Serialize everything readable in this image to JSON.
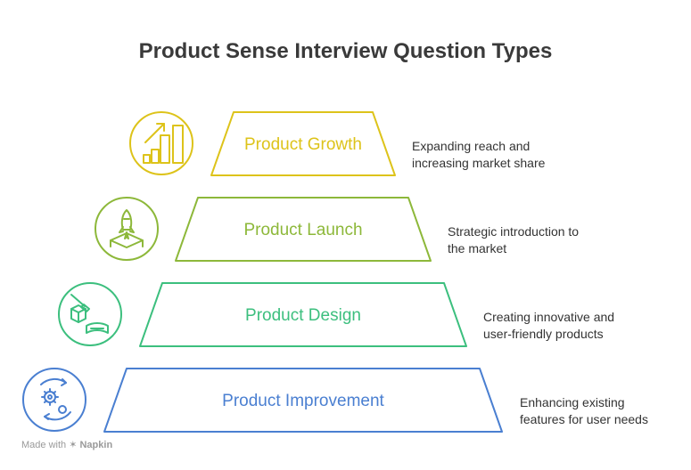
{
  "title": "Product Sense Interview Question Types",
  "levels": [
    {
      "label": "Product Growth",
      "desc_line1": "Expanding reach and",
      "desc_line2": "increasing market share",
      "color": "#DDC31A",
      "icon": "growth-chart-icon"
    },
    {
      "label": "Product Launch",
      "desc_line1": "Strategic introduction to",
      "desc_line2": "the market",
      "color": "#8DB83A",
      "icon": "rocket-launch-icon"
    },
    {
      "label": "Product Design",
      "desc_line1": "Creating innovative and",
      "desc_line2": "user-friendly products",
      "color": "#3CBF7E",
      "icon": "design-tools-icon"
    },
    {
      "label": "Product Improvement",
      "desc_line1": "Enhancing existing",
      "desc_line2": "features for user needs",
      "color": "#4A7FD1",
      "icon": "gear-cycle-icon"
    }
  ],
  "footer": {
    "made_with": "Made with",
    "brand": "Napkin"
  }
}
